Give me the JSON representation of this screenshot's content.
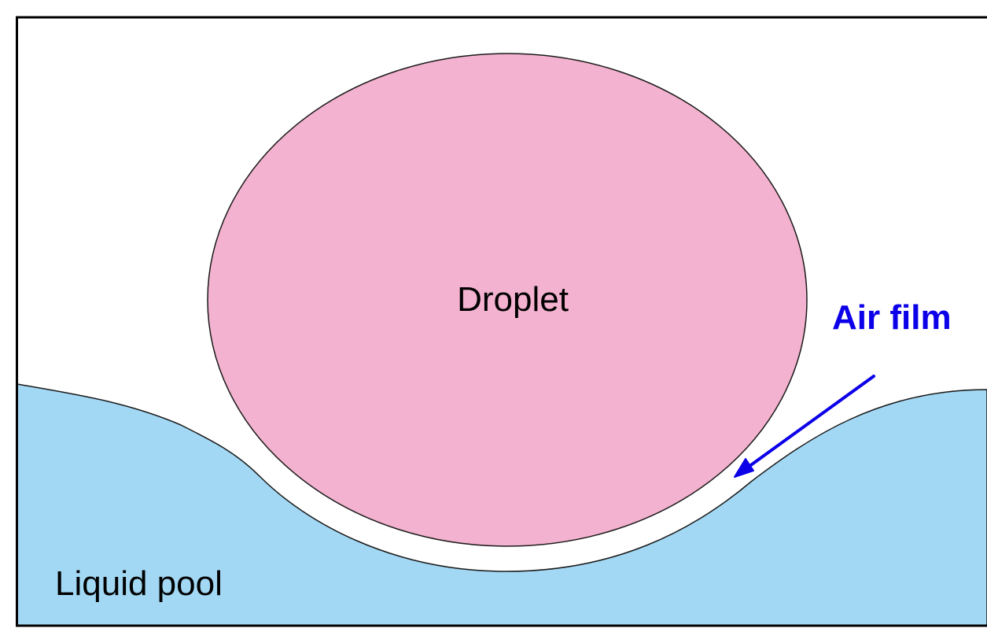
{
  "diagram": {
    "labels": {
      "droplet": "Droplet",
      "air_film": "Air film",
      "liquid_pool": "Liquid pool"
    },
    "colors": {
      "background": "#ffffff",
      "frame": "#000000",
      "droplet_fill": "#f3b2cf",
      "droplet_outline": "#1a1a1a",
      "pool_fill": "#a3d8f4",
      "pool_outline": "#1a1a1a",
      "air_film_fill": "#ffffff",
      "annotation": "#0b00e8"
    }
  }
}
